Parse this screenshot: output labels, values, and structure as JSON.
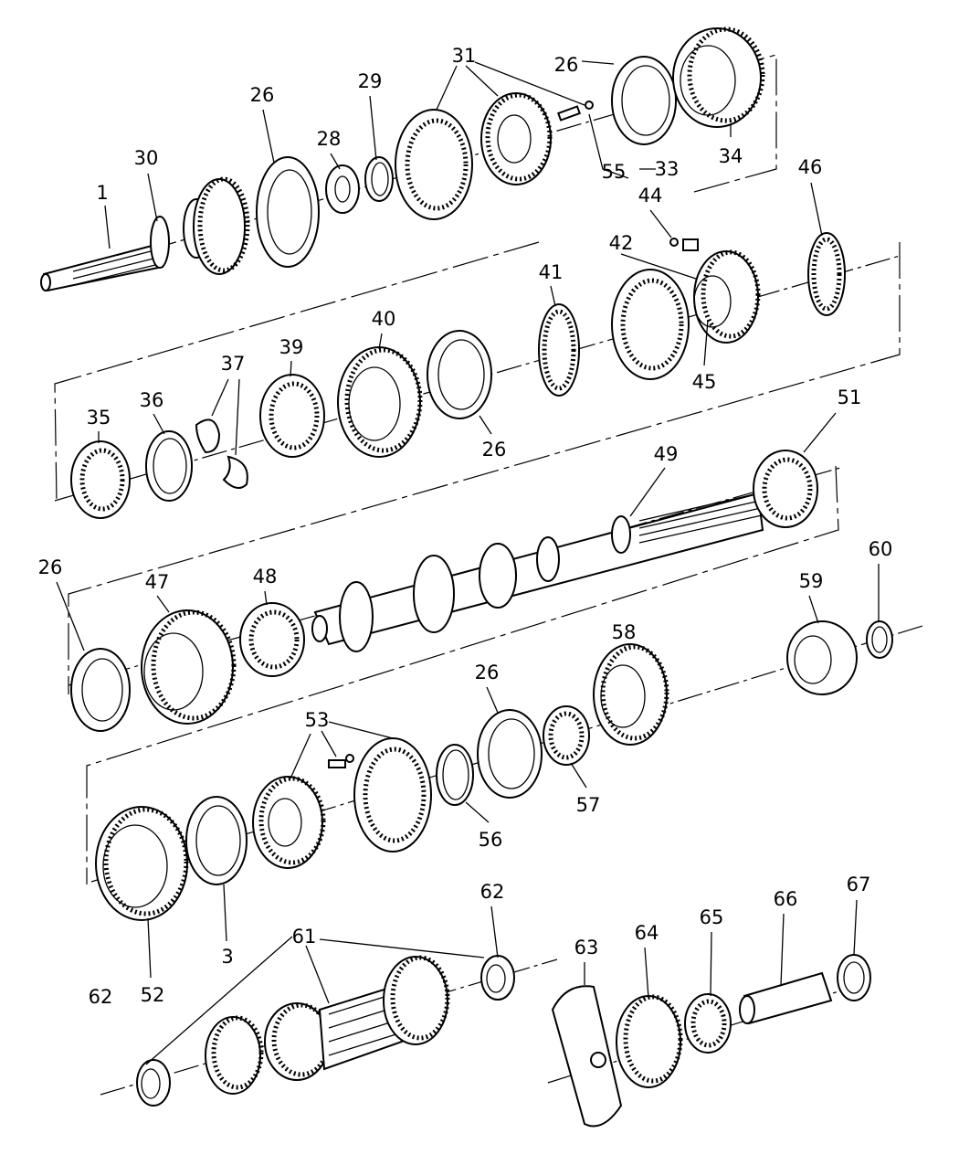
{
  "diagram": {
    "type": "exploded-parts-diagram",
    "callouts": [
      "1",
      "30",
      "26",
      "28",
      "29",
      "31",
      "26",
      "34",
      "55",
      "33",
      "44",
      "46",
      "42",
      "41",
      "45",
      "40",
      "39",
      "37",
      "36",
      "35",
      "26",
      "49",
      "51",
      "26",
      "47",
      "48",
      "60",
      "59",
      "58",
      "26",
      "53",
      "57",
      "56",
      "3",
      "52",
      "62",
      "61",
      "62",
      "63",
      "64",
      "65",
      "66",
      "67"
    ]
  }
}
